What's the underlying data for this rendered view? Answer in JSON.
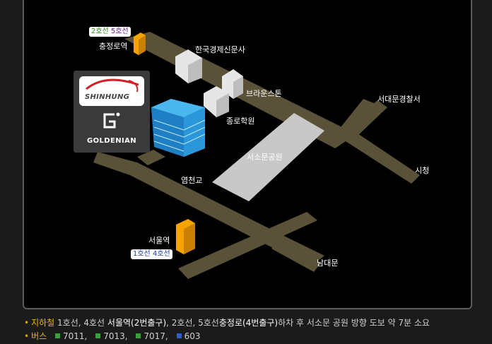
{
  "map": {
    "stations": {
      "chungjeongno": {
        "name": "충정로역",
        "lines": [
          {
            "label": "2호선",
            "color": "#2e8b20"
          },
          {
            "label": "5호선",
            "color": "#6a1b9a"
          }
        ]
      },
      "seoul": {
        "name": "서울역",
        "lines": [
          {
            "label": "1호선",
            "color": "#1b3fa6"
          },
          {
            "label": "4호선",
            "color": "#1b3fa6"
          }
        ]
      }
    },
    "landmarks": {
      "korea_economic": "한국경제신문사",
      "brownstone": "브라운스톤",
      "jongro_academy": "종로학원",
      "seosomun_park": "서소문공원",
      "seodaemun_police": "서대문경찰서",
      "city_hall": "시청",
      "yeomcheongyo": "염천교",
      "namdaemun": "남대문"
    },
    "logo": {
      "brand1": "SHINHUNG",
      "brand2": "GOLDENIAN"
    },
    "colors": {
      "road": "#5a5238",
      "park": "#c8c8c8",
      "tower": "#3aa6e6",
      "station": "#f5a300"
    }
  },
  "info": {
    "subway": {
      "label": "지하철",
      "pre": "1호선, 4호선 ",
      "hl1": "서울역(2번출구)",
      "mid": ", 2호선, 5호선",
      "hl2": "충정로(4번출구)",
      "post": "하차 후 서소문 공원 방향 도보 약 7분 소요"
    },
    "bus": {
      "label": "버스",
      "routes": [
        {
          "number": "7011,",
          "color": "#3aa13a"
        },
        {
          "number": "7013,",
          "color": "#3aa13a"
        },
        {
          "number": "7017,",
          "color": "#3aa13a"
        },
        {
          "number": "603",
          "color": "#2f5fc4"
        }
      ]
    }
  }
}
